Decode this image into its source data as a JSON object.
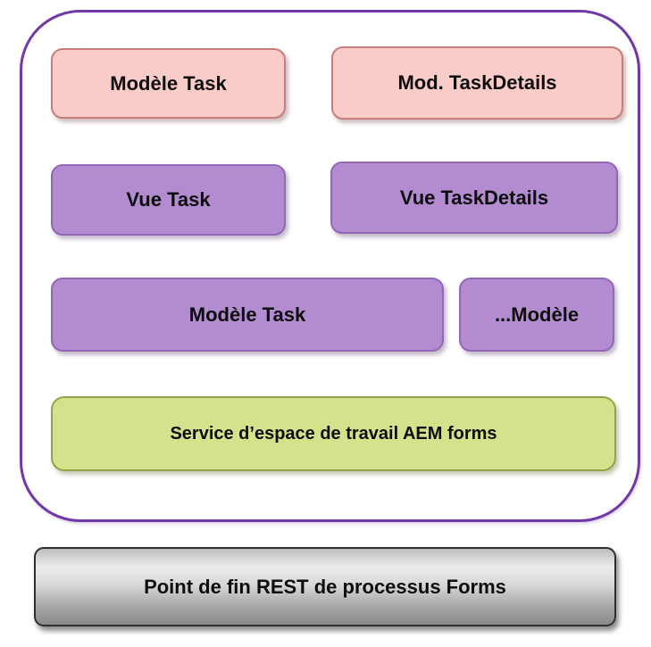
{
  "diagram": {
    "title": "AEM Forms workspace architecture diagram",
    "container": {
      "border_color": "#7338A8"
    },
    "boxes": {
      "model_task_top": {
        "label": "Modèle Task",
        "type": "model"
      },
      "mod_taskdetails": {
        "label": "Mod. TaskDetails",
        "type": "model"
      },
      "vue_task": {
        "label": "Vue Task",
        "type": "view"
      },
      "vue_taskdetails": {
        "label": "Vue TaskDetails",
        "type": "view"
      },
      "model_task_bottom": {
        "label": "Modèle Task",
        "type": "view"
      },
      "model_ellipsis": {
        "label": "...Modèle",
        "type": "view"
      },
      "service": {
        "label": "Service d’espace de travail AEM forms",
        "type": "service"
      }
    },
    "endpoint": {
      "label": "Point de fin REST de processus Forms"
    },
    "colors": {
      "model_fill": "#F9CBC9",
      "model_border": "#C97C79",
      "view_fill": "#B28BD0",
      "view_border": "#9466B6",
      "service_fill": "#D5E28B",
      "service_border": "#93A347",
      "endpoint_border": "#2F2F2F",
      "container_border": "#7338A8"
    }
  }
}
